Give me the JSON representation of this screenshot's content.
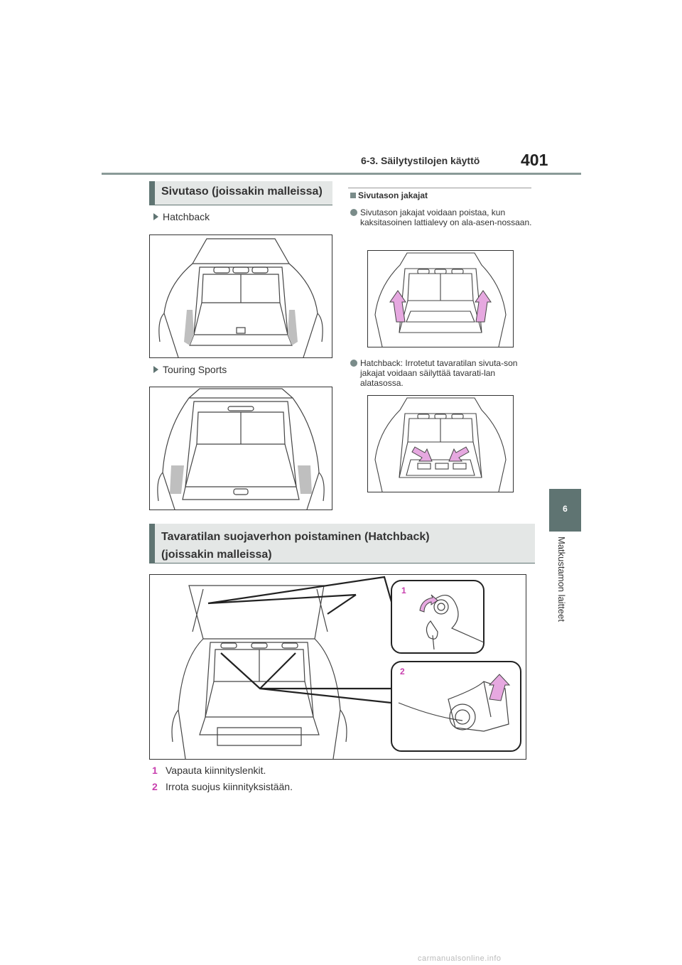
{
  "header": {
    "section_title": "6-3. Säilytystilojen käyttö",
    "page_number": "401"
  },
  "side_tab": {
    "chapter_number": "6",
    "chapter_title": "Matkustamon laitteet"
  },
  "section1": {
    "title": "Sivutaso (joissakin malleissa)",
    "variants": [
      "Hatchback",
      "Touring Sports"
    ]
  },
  "subsection": {
    "title": "Sivutason jakajat",
    "bullets": [
      "Sivutason jakajat voidaan poistaa, kun kaksitasoinen lattialevy on ala-asen-nossaan.",
      "Hatchback: Irrotetut tavaratilan sivuta-son jakajat voidaan säilyttää tavarati-lan alatasossa."
    ]
  },
  "section2": {
    "title_line1": "Tavaratilan suojaverhon poistaminen (Hatchback)",
    "title_line2": "(joissakin malleissa)",
    "callouts": [
      "1",
      "2"
    ],
    "steps": [
      {
        "num": "1",
        "text": "Vapauta kiinnityslenkit."
      },
      {
        "num": "2",
        "text": "Irrota suojus kiinnityksistään."
      }
    ]
  },
  "watermark": "carmanualsonline.info",
  "colors": {
    "accent": "#5f7472",
    "section_bg": "#e4e7e6",
    "step_number": "#c83fae",
    "arrow_fill": "#e6a8e0"
  }
}
